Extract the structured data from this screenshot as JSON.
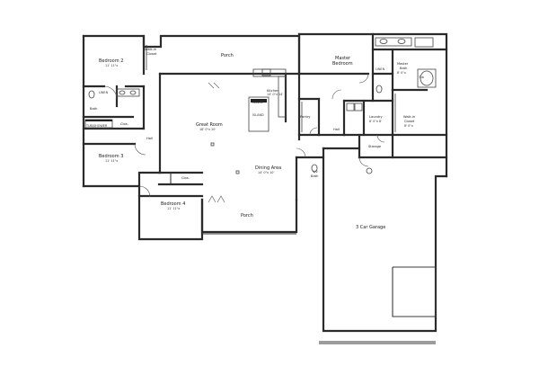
{
  "rooms": {
    "bedroom2": {
      "name": "Bedroom 2",
      "dim": "11' 11\"x"
    },
    "walkin_closet_1": {
      "name": "Walk-in\nCloset",
      "line1": "Walk-in",
      "line2": "Closet"
    },
    "porch_top": {
      "name": "Porch"
    },
    "master_bedroom": {
      "line1": "Master",
      "line2": "Bedroom"
    },
    "master_bath": {
      "line1": "Master",
      "line2": "Bath",
      "dim": "8' 0\"x"
    },
    "bath": {
      "name": "Bath"
    },
    "linen_left": {
      "name": "LINEN"
    },
    "tub_shower": {
      "name": "TUB/SHOWER"
    },
    "clos_left": {
      "name": "Clos."
    },
    "kitchen": {
      "name": "Kitchen",
      "dim": "14' 0\"x 14'"
    },
    "great_room": {
      "name": "Great Room",
      "dim": "18' 0\"x 20'"
    },
    "hall_left": {
      "name": "Hall"
    },
    "pantry": {
      "name": "Pantry"
    },
    "hall_right": {
      "name": "Hall"
    },
    "laundry": {
      "name": "Laundry",
      "dim": "8' 0\"x 8'"
    },
    "walkin_closet_2": {
      "line1": "Walk-in",
      "line2": "Closet",
      "dim": "8' 0\"x"
    },
    "linen_right": {
      "name": "LINEN"
    },
    "bedroom3": {
      "name": "Bedroom 3",
      "dim": "11' 11\"x"
    },
    "storage": {
      "name": "Storage"
    },
    "dining_area": {
      "name": "Dining Area",
      "dim": "14' 0\"x 10'"
    },
    "half_bath": {
      "line1": "1/2",
      "line2": "Bath"
    },
    "clos_lower": {
      "name": "Clos."
    },
    "bedroom4": {
      "name": "Bedroom 4",
      "dim": "11' 11\"x"
    },
    "porch_bottom": {
      "name": "Porch"
    },
    "garage": {
      "name": "3 Car Garage"
    },
    "range": {
      "name": "RANGE"
    },
    "island": {
      "name": "ISLAND"
    },
    "tub": {
      "name": "Tub"
    }
  }
}
